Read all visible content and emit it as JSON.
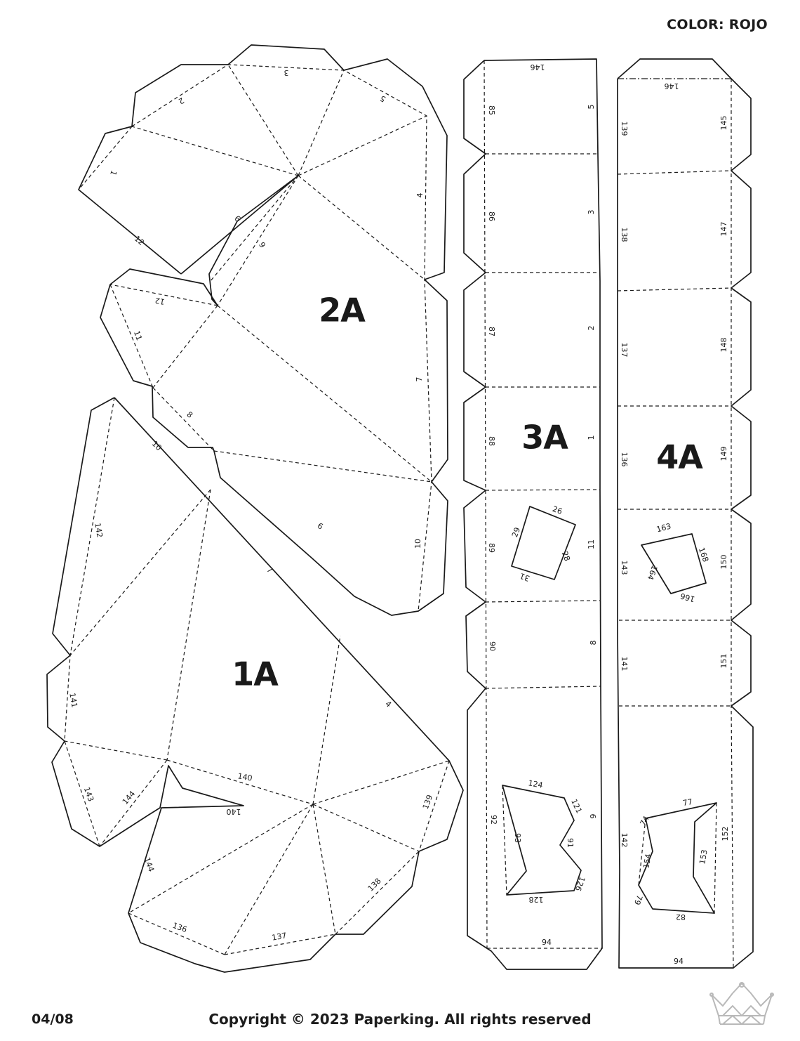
{
  "header": {
    "color_label": "COLOR: ROJO"
  },
  "footer": {
    "page": "04/08",
    "copyright": "Copyright © 2023 Paperking. All rights reserved"
  },
  "pieces": {
    "p1": "1A",
    "p2": "2A",
    "p3": "3A",
    "p4": "4A"
  },
  "edge_numbers": {
    "p2": [
      "3",
      "2",
      "5",
      "1",
      "4",
      "12",
      "6",
      "9",
      "12",
      "11",
      "7",
      "8",
      "10",
      "10",
      "9",
      "7"
    ],
    "p1": [
      "142",
      "141",
      "143",
      "144",
      "140",
      "140",
      "139",
      "144",
      "136",
      "137",
      "138",
      "4"
    ],
    "p3": [
      "146",
      "85",
      "5",
      "86",
      "3",
      "87",
      "2",
      "88",
      "1",
      "89",
      "11",
      "26",
      "29",
      "28",
      "31",
      "90",
      "8",
      "92",
      "124",
      "121",
      "9",
      "93",
      "91",
      "126",
      "128",
      "94"
    ],
    "p4": [
      "146",
      "139",
      "145",
      "138",
      "147",
      "137",
      "148",
      "136",
      "149",
      "143",
      "150",
      "163",
      "168",
      "164",
      "166",
      "141",
      "151",
      "142",
      "77",
      "152",
      "74",
      "154",
      "153",
      "79",
      "82",
      "94"
    ]
  },
  "logo": {
    "name": "Paperking crown"
  }
}
